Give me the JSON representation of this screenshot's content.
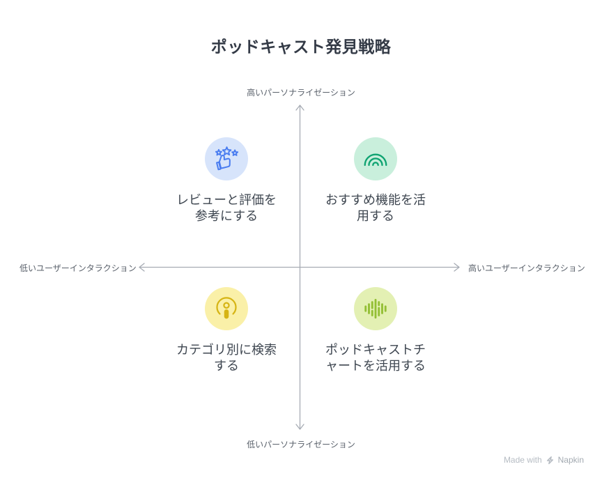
{
  "title": "ポッドキャスト発見戦略",
  "axes": {
    "top_label": "高いパーソナライゼーション",
    "bottom_label": "低いパーソナライゼーション",
    "left_label": "低いユーザーインタラクション",
    "right_label": "高いユーザーインタラクション",
    "line_color": "#a6abb3"
  },
  "quadrants": {
    "top_left": {
      "label": "レビューと評価を参考にする",
      "icon": "stars-thumbs-up-icon",
      "circle_color": "#d7e4fb",
      "icon_color": "#4a7df0"
    },
    "top_right": {
      "label": "おすすめ機能を活用する",
      "icon": "signal-arcs-icon",
      "circle_color": "#c9efdc",
      "icon_color": "#0ea371"
    },
    "bottom_left": {
      "label": "カテゴリ別に検索する",
      "icon": "podcast-icon",
      "circle_color": "#faf0a8",
      "icon_color": "#d6b414"
    },
    "bottom_right": {
      "label": "ポッドキャストチャートを活用する",
      "icon": "equalizer-icon",
      "circle_color": "#e3f0b3",
      "icon_color": "#93bf34"
    }
  },
  "footer": {
    "made_with": "Made with",
    "brand": "Napkin"
  }
}
